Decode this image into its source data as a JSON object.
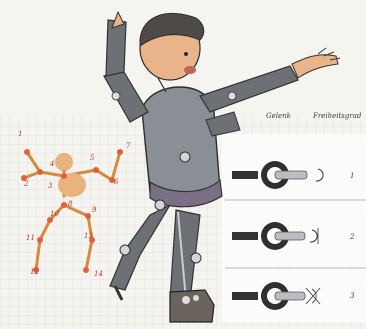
{
  "header": {
    "col_joint": "Gelenk",
    "col_dof": "Freiheitsgrad"
  },
  "rows": [
    {
      "label": "1"
    },
    {
      "label": "2"
    },
    {
      "label": "3"
    }
  ],
  "skeleton": {
    "joint_labels": [
      "1",
      "2",
      "3",
      "4",
      "5",
      "6",
      "7",
      "8",
      "9",
      "10",
      "11",
      "12",
      "13",
      "14"
    ]
  },
  "colors": {
    "background": "#f6f4ef",
    "grid": "#cdd6e6",
    "skin": "#e9b48a",
    "metal": "#8a8f95",
    "hair": "#4d4a48",
    "sweater": "#7b6f86",
    "skeleton_bone": "#d68a3c"
  }
}
